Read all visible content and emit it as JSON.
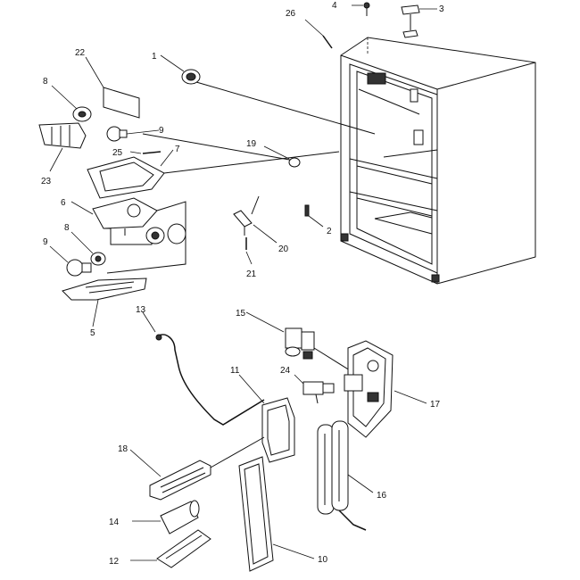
{
  "callouts": [
    {
      "id": "c1",
      "label": "1"
    },
    {
      "id": "c2",
      "label": "2"
    },
    {
      "id": "c3",
      "label": "3"
    },
    {
      "id": "c4",
      "label": "4"
    },
    {
      "id": "c5",
      "label": "5"
    },
    {
      "id": "c6",
      "label": "6"
    },
    {
      "id": "c7",
      "label": "7"
    },
    {
      "id": "c8a",
      "label": "8"
    },
    {
      "id": "c8b",
      "label": "8"
    },
    {
      "id": "c9a",
      "label": "9"
    },
    {
      "id": "c9b",
      "label": "9"
    },
    {
      "id": "c10",
      "label": "10"
    },
    {
      "id": "c11",
      "label": "11"
    },
    {
      "id": "c12",
      "label": "12"
    },
    {
      "id": "c13",
      "label": "13"
    },
    {
      "id": "c14",
      "label": "14"
    },
    {
      "id": "c15",
      "label": "15"
    },
    {
      "id": "c16",
      "label": "16"
    },
    {
      "id": "c17",
      "label": "17"
    },
    {
      "id": "c18",
      "label": "18"
    },
    {
      "id": "c19",
      "label": "19"
    },
    {
      "id": "c20",
      "label": "20"
    },
    {
      "id": "c21",
      "label": "21"
    },
    {
      "id": "c22",
      "label": "22"
    },
    {
      "id": "c23",
      "label": "23"
    },
    {
      "id": "c24",
      "label": "24"
    },
    {
      "id": "c25",
      "label": "25"
    },
    {
      "id": "c26",
      "label": "26"
    }
  ]
}
